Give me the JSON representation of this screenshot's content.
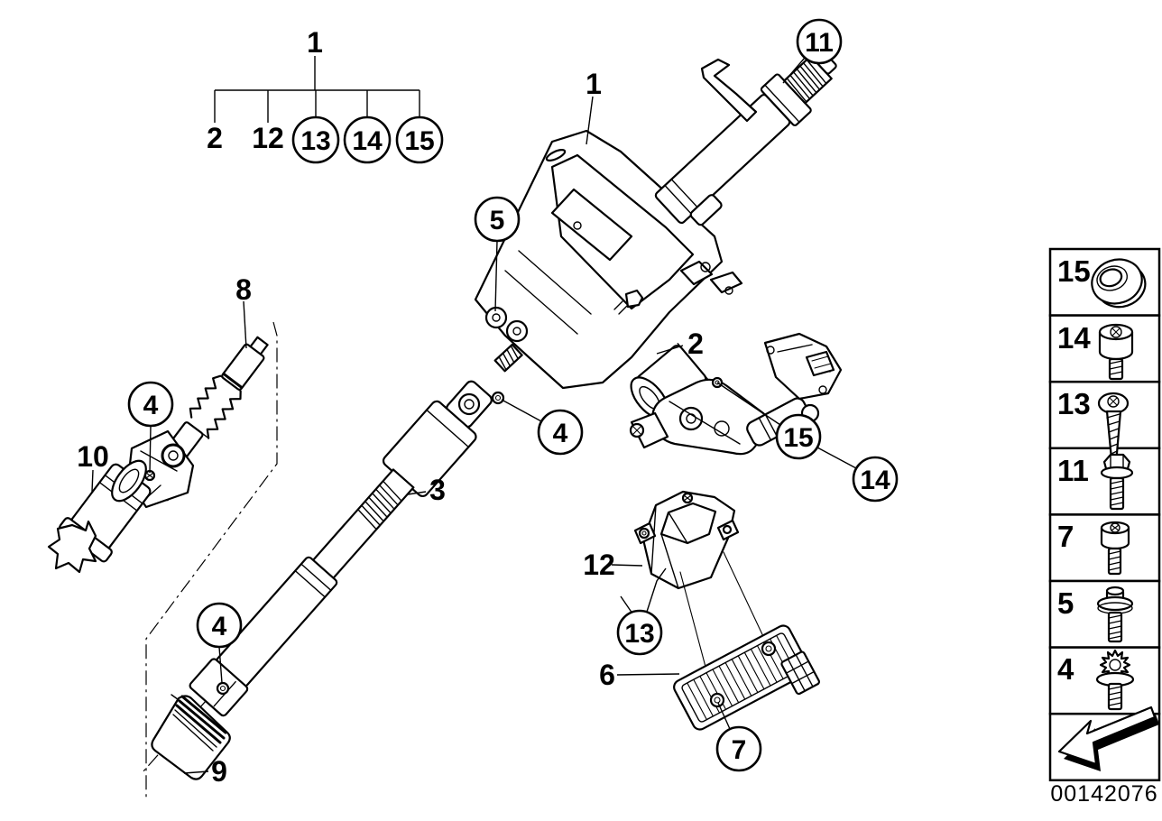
{
  "page": {
    "background": "#ffffff",
    "ink": "#000000",
    "drawing_number": "00142076"
  },
  "callout_tree": {
    "root": {
      "text": "1"
    },
    "children": [
      {
        "text": "2",
        "circled": false
      },
      {
        "text": "12",
        "circled": false
      },
      {
        "text": "13",
        "circled": true
      },
      {
        "text": "14",
        "circled": true
      },
      {
        "text": "15",
        "circled": true
      }
    ]
  },
  "callouts": [
    {
      "id": "1",
      "text": "1",
      "circled": false
    },
    {
      "id": "11",
      "text": "11",
      "circled": true
    },
    {
      "id": "5",
      "text": "5",
      "circled": true
    },
    {
      "id": "8",
      "text": "8",
      "circled": false
    },
    {
      "id": "4a",
      "text": "4",
      "circled": true
    },
    {
      "id": "10",
      "text": "10",
      "circled": false
    },
    {
      "id": "4b",
      "text": "4",
      "circled": true
    },
    {
      "id": "3",
      "text": "3",
      "circled": false
    },
    {
      "id": "2",
      "text": "2",
      "circled": false
    },
    {
      "id": "15",
      "text": "15",
      "circled": true
    },
    {
      "id": "14",
      "text": "14",
      "circled": true
    },
    {
      "id": "12",
      "text": "12",
      "circled": false
    },
    {
      "id": "13",
      "text": "13",
      "circled": true
    },
    {
      "id": "6",
      "text": "6",
      "circled": false
    },
    {
      "id": "7",
      "text": "7",
      "circled": true
    },
    {
      "id": "4c",
      "text": "4",
      "circled": true
    },
    {
      "id": "9",
      "text": "9",
      "circled": false
    }
  ],
  "sidebar": {
    "items": [
      {
        "label": "15",
        "icon": "grommet-icon"
      },
      {
        "label": "14",
        "icon": "shoulder-screw-icon"
      },
      {
        "label": "13",
        "icon": "self-tapping-screw-icon"
      },
      {
        "label": "11",
        "icon": "hex-flange-bolt-icon"
      },
      {
        "label": "7",
        "icon": "socket-head-screw-icon"
      },
      {
        "label": "5",
        "icon": "flange-bolt-icon"
      },
      {
        "label": "4",
        "icon": "torx-head-bolt-icon"
      }
    ],
    "direction_arrow_icon": "direction-arrow-icon"
  }
}
